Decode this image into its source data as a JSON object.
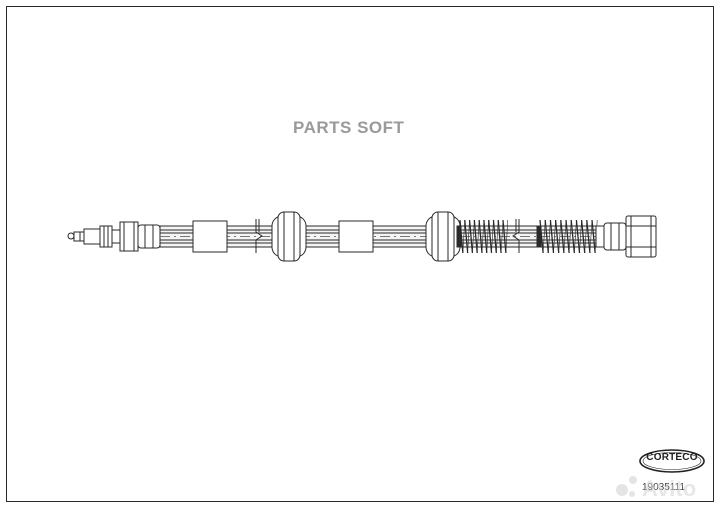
{
  "watermark": "PARTS SOFT",
  "brand": "CORTECO",
  "part_number": "19035111",
  "overlay_watermark": "Avito",
  "colors": {
    "line": "#2a2a2a",
    "hose_fill": "#f4f4f4",
    "watermark_text": "#9a9a9a"
  }
}
